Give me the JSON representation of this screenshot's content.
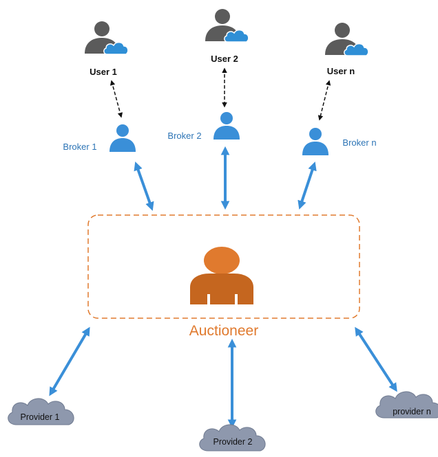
{
  "users": [
    {
      "label": "User 1"
    },
    {
      "label": "User 2"
    },
    {
      "label": "User n"
    }
  ],
  "brokers": [
    {
      "label": "Broker 1"
    },
    {
      "label": "Broker 2"
    },
    {
      "label": "Broker n"
    }
  ],
  "auctioneer": {
    "label": "Auctioneer"
  },
  "providers": [
    {
      "label": "Provider 1"
    },
    {
      "label": "Provider 2"
    },
    {
      "label": "provider n"
    }
  ],
  "colors": {
    "person_gray": "#5b5b5b",
    "cloud_blue": "#2f8fd6",
    "broker_blue": "#3a8fd8",
    "connector_blue": "#3a8fd8",
    "auctioneer_orange": "#e07a2e",
    "provider_cloud": "#8e98ad"
  }
}
